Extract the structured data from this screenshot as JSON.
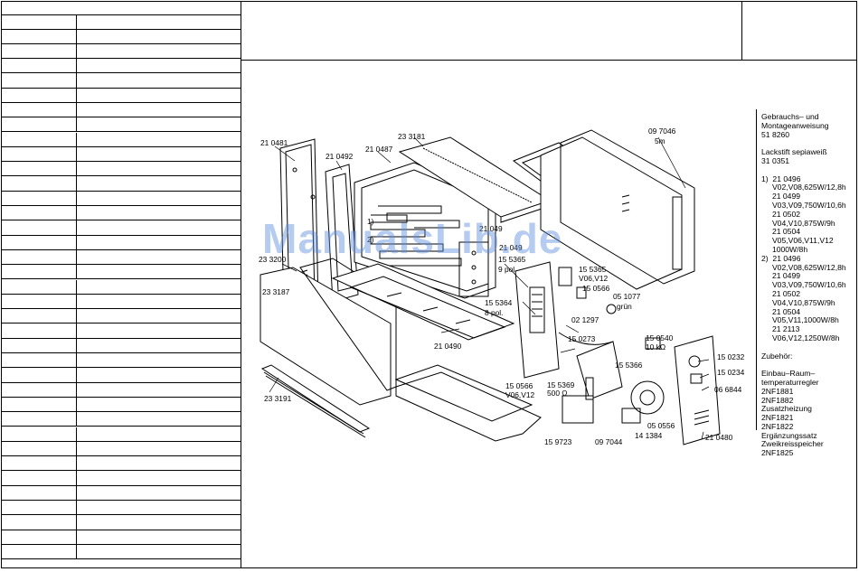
{
  "watermark": "ManualsLib.de",
  "notes": [
    "Gebrauchs– und",
    "Montageanweisung",
    "51 8260",
    "",
    "Lackstift sepiaweiß",
    "31 0351",
    "",
    "1)  21 0496",
    "     V02,V08,625W/12,8h",
    "     21 0499",
    "     V03,V09,750W/10,6h",
    "     21 0502",
    "     V04,V10,875W/9h",
    "     21 0504",
    "     V05,V06,V11,V12",
    "     1000W/8h",
    "2)  21 0496",
    "     V02,V08,625W/12,8h",
    "     21 0499",
    "     V03,V09,750W/10,6h",
    "     21 0502",
    "     V04,V10,875W/9h",
    "     21 0504",
    "     V05,V11,1000W/8h",
    "     21 2113",
    "     V06,V12,1250W/8h",
    "",
    "Zubehör:",
    "",
    "Einbau–Raum–",
    "temperaturregler",
    "2NF1881",
    "2NF1882",
    "Zusatzheizung",
    "2NF1821",
    "2NF1822",
    "Ergänzungssatz",
    "Zweikreisspeicher",
    "2NF1825"
  ],
  "labels": {
    "p210481": "21 0481",
    "p210492": "21 0492",
    "p210487": "21 0487",
    "p233181": "23 3181",
    "p097046": "09 7046",
    "p5m": "5m",
    "p210498": "21 049",
    "p210491": "21 049",
    "pmark1": "1)",
    "pmark2": "2)",
    "p233200": "23 3200",
    "p155365a": "15 5365",
    "p9pol": "9 pol.",
    "p155365b": "15 5365",
    "pv06v12a": "V06,V12",
    "p150566a": "15 0566",
    "p051077": "05 1077",
    "pgruen": "grün",
    "p233187": "23 3187",
    "p155364": "15 5364",
    "p8pol": "8 pol.",
    "p021297": "02 1297",
    "p150540": "15 0540",
    "p10kohm": "10 kΩ",
    "p210490": "21 0490",
    "p150273": "15 0273",
    "p150232": "15 0232",
    "p150234": "15 0234",
    "p155366": "15 5366",
    "p066844": "06 6844",
    "p155369": "15 5369",
    "p500ohm": "500 Ω",
    "p150566b": "15 0566",
    "pv06v12b": "V06,V12",
    "p233191": "23 3191",
    "p050556": "05 0556",
    "p141384": "14 1384",
    "p210480": "21 0480",
    "p159723": "15 9723",
    "p097044": "09 7044"
  }
}
